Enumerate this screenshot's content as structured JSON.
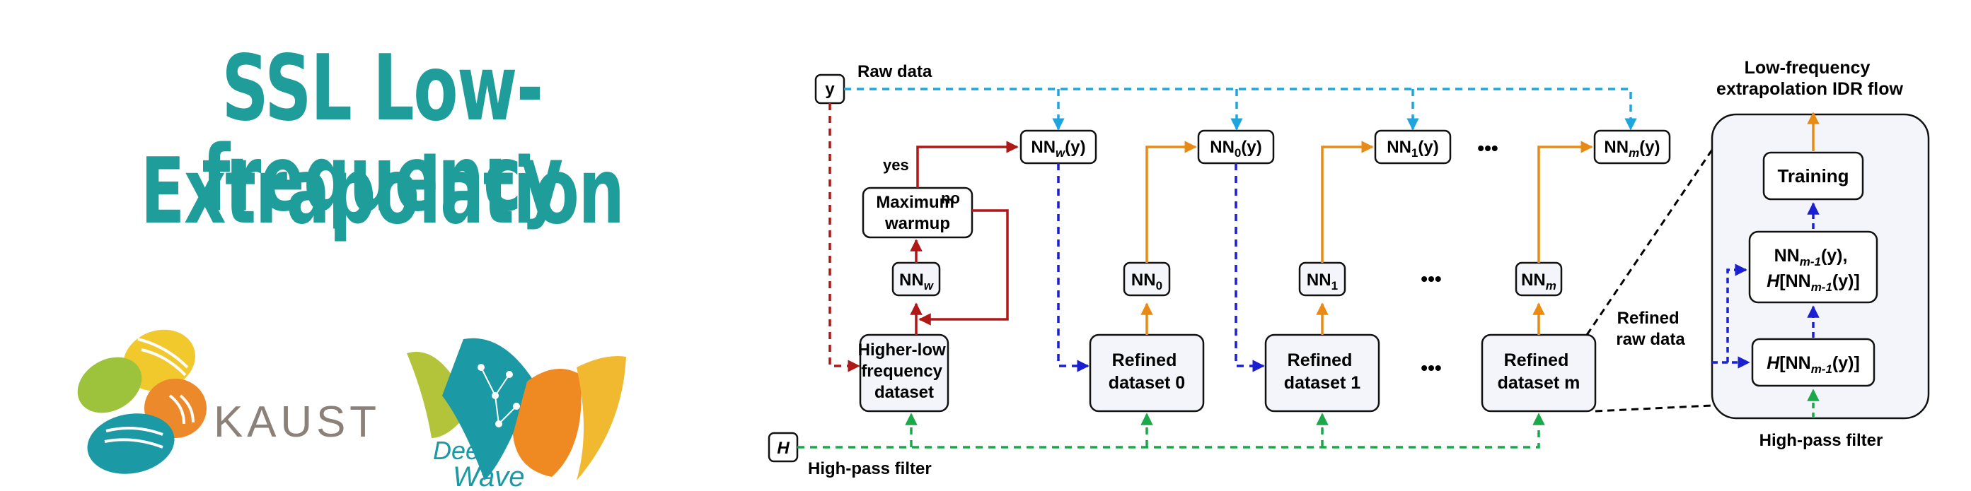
{
  "title": {
    "line1": "SSL Low-frequency",
    "line2": "Extrapolation"
  },
  "logos": {
    "kaust": "KAUST",
    "deepwave_line1": "Deep",
    "deepwave_line2": "Wave"
  },
  "colors": {
    "teal": "#1f9d9a",
    "red": "#b01717",
    "blue": "#1a1fd1",
    "orange": "#e88b14",
    "green": "#1aa84a",
    "cyan": "#1ea5e0"
  },
  "diagram": {
    "y_label": "y",
    "raw_data": "Raw data",
    "h_label": "H",
    "high_pass_filter": "High-pass filter",
    "yes": "yes",
    "no": "no",
    "maximum_warmup": [
      "Maximum",
      "warmup"
    ],
    "higher_low": [
      "Higher-low",
      "frequency",
      "dataset"
    ],
    "refined_0": [
      "Refined",
      "dataset 0"
    ],
    "refined_1": [
      "Refined",
      "dataset 1"
    ],
    "refined_m": [
      "Refined",
      "dataset m"
    ],
    "nn_base": "NN",
    "sub_w": "w",
    "sub_0": "0",
    "sub_1": "1",
    "sub_m": "m",
    "sub_m1": "m-1",
    "arg_y": "(y)",
    "arg_y_comma": "(y),",
    "ellipsis": "•••",
    "refined_raw": [
      "Refined",
      "raw data"
    ],
    "idr_title": [
      "Low-frequency",
      "extrapolation IDR flow"
    ],
    "training": "Training",
    "h_bracket_open": "[NN",
    "h_bracket_close": "(y)]",
    "idr_high_pass": "High-pass filter"
  }
}
